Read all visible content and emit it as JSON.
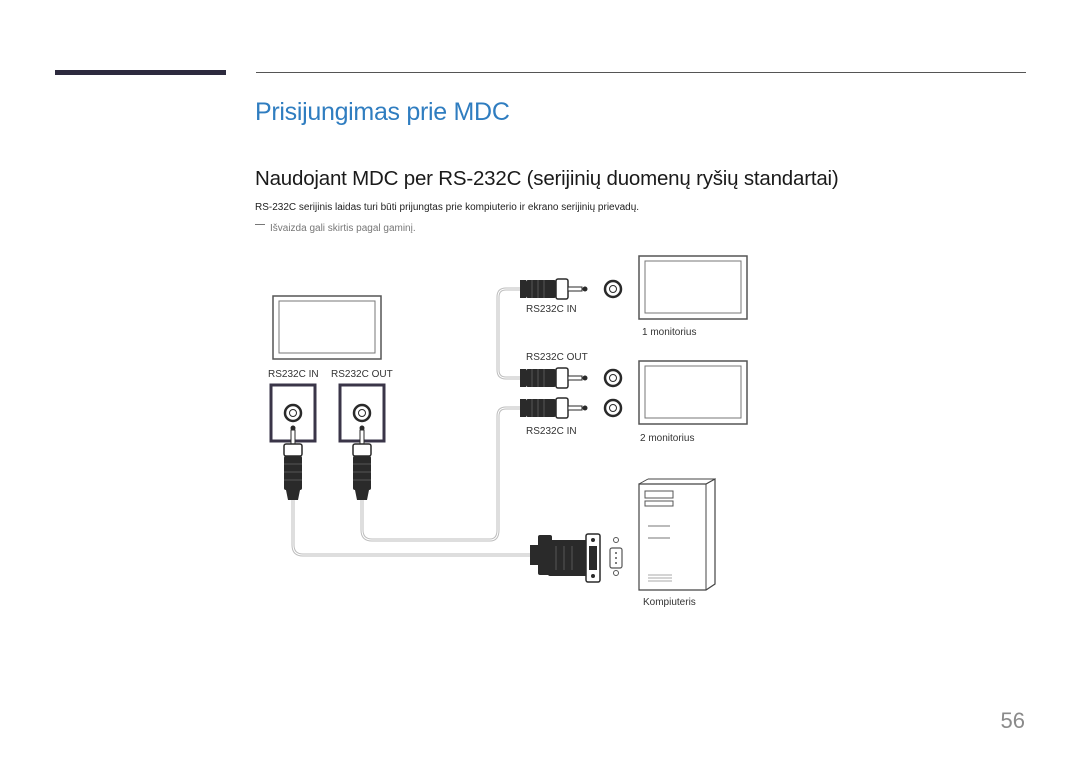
{
  "header": {
    "title": "Prisijungimas prie MDC",
    "subtitle": "Naudojant MDC per RS-232C (serijinių duomenų ryšių standartai)"
  },
  "content": {
    "body": "RS-232C serijinis laidas turi būti prijungtas prie kompiuterio ir ekrano serijinių prievadų.",
    "note": "Išvaizda gali skirtis pagal gaminį."
  },
  "diagram": {
    "left_in_label": "RS232C IN",
    "left_out_label": "RS232C OUT",
    "monitor1_in_label": "RS232C IN",
    "monitor2_out_label": "RS232C OUT",
    "monitor2_in_label": "RS232C IN",
    "monitor1_label": "1 monitorius",
    "monitor2_label": "2 monitorius",
    "computer_label": "Kompiuteris"
  },
  "footer": {
    "page_number": "56"
  },
  "colors": {
    "title": "#2f7dc0",
    "accent_bar": "#2d2a3e",
    "port_frame": "#3a3548"
  }
}
